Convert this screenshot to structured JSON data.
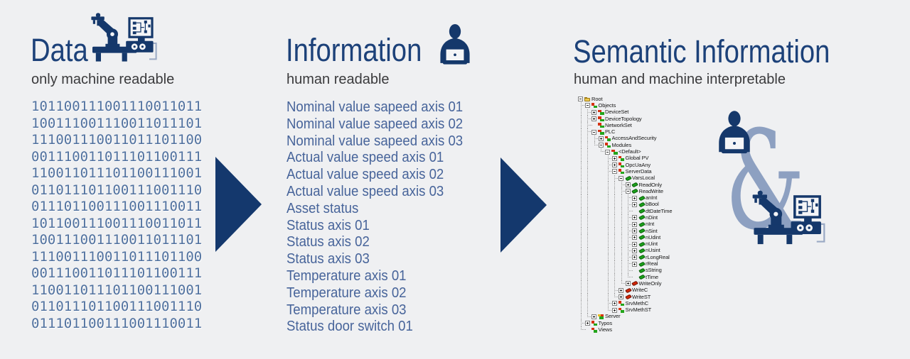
{
  "page": {
    "background": "#eff0f2"
  },
  "colors": {
    "navy": "#15386b",
    "heading_blue": "#1c4179",
    "binary_blue": "#50719f",
    "info_blue": "#47649a",
    "ampersand_blue": "#8da0c1",
    "subtitle_gray": "#3a3a3c",
    "tree_green": "#23a51b",
    "tree_red": "#d63212",
    "folder_yellow": "#ecc84e"
  },
  "columns": {
    "data": {
      "title": "Data",
      "subtitle": "only machine readable",
      "icon": "robot-machine-icon",
      "binary_lines": [
        "101100111001110011011",
        "100111001110011011101",
        "111001110011011101100",
        "001110011011101100111",
        "110011011101100111001",
        "011011101100111001110",
        "011101100111001110011",
        "101100111001110011011",
        "100111001110011011101",
        "111001110011011101100",
        "001110011011101100111",
        "110011011101100111001",
        "011011101100111001110",
        "011101100111001110011"
      ]
    },
    "information": {
      "title": "Information",
      "subtitle": "human readable",
      "icon": "person-laptop-icon",
      "items": [
        "Nominal value sapeed axis 01",
        "Nominal value sapeed axis 02",
        "Nominal value sapeed axis 03",
        "Actual value speed axis 01",
        "Actual value speed axis 02",
        "Actual value speed axis 03",
        "Asset status",
        "Status axis 01",
        "Status axis 02",
        "Status axis 03",
        "Temperature axis 01",
        "Temperature axis 02",
        "Temperature axis 03",
        "Status door switch 01"
      ]
    },
    "semantic": {
      "title": "Semantic Information",
      "subtitle": "human and machine interpretable",
      "ampersand": "&",
      "overlay_icons": [
        "person-laptop-icon",
        "ampersand-glyph",
        "robot-machine-icon"
      ]
    }
  },
  "arrows": {
    "style": "arrow-right"
  },
  "tree": {
    "root": {
      "label": "Root",
      "icon": "folder",
      "expand": "minus",
      "children": [
        {
          "label": "Objects",
          "icon": "object",
          "expand": "minus",
          "children": [
            {
              "label": "DeviceSet",
              "icon": "object",
              "expand": "plus"
            },
            {
              "label": "DeviceTopology",
              "icon": "object",
              "expand": "plus"
            },
            {
              "label": "NetworkSet",
              "icon": "object",
              "expand": "none"
            },
            {
              "label": "PLC",
              "icon": "object",
              "expand": "minus",
              "children": [
                {
                  "label": "AccessAndSecurity",
                  "icon": "object",
                  "expand": "plus"
                },
                {
                  "label": "Modules",
                  "icon": "object",
                  "expand": "minus",
                  "children": [
                    {
                      "label": "<Default>",
                      "icon": "object",
                      "expand": "minus",
                      "children": [
                        {
                          "label": "Global PV",
                          "icon": "object",
                          "expand": "plus"
                        },
                        {
                          "label": "OpcUaAny",
                          "icon": "object",
                          "expand": "plus"
                        },
                        {
                          "label": "ServerData",
                          "icon": "object",
                          "expand": "minus",
                          "children": [
                            {
                              "label": "VarsLocal",
                              "icon": "tag-green",
                              "expand": "minus",
                              "children": [
                                {
                                  "label": "ReadOnly",
                                  "icon": "tag-green",
                                  "expand": "plus"
                                },
                                {
                                  "label": "ReadWrite",
                                  "icon": "tag-green",
                                  "expand": "minus",
                                  "children": [
                                    {
                                      "label": "anInt",
                                      "icon": "tag-green",
                                      "expand": "plus"
                                    },
                                    {
                                      "label": "bBool",
                                      "icon": "tag-green",
                                      "expand": "plus"
                                    },
                                    {
                                      "label": "dtDateTime",
                                      "icon": "tag-green",
                                      "expand": "none"
                                    },
                                    {
                                      "label": "nDint",
                                      "icon": "tag-green",
                                      "expand": "plus"
                                    },
                                    {
                                      "label": "nInt",
                                      "icon": "tag-green",
                                      "expand": "plus"
                                    },
                                    {
                                      "label": "nSint",
                                      "icon": "tag-green",
                                      "expand": "plus"
                                    },
                                    {
                                      "label": "nUdint",
                                      "icon": "tag-green",
                                      "expand": "plus"
                                    },
                                    {
                                      "label": "nUint",
                                      "icon": "tag-green",
                                      "expand": "plus"
                                    },
                                    {
                                      "label": "nUsint",
                                      "icon": "tag-green",
                                      "expand": "plus"
                                    },
                                    {
                                      "label": "rLongReal",
                                      "icon": "tag-green",
                                      "expand": "plus"
                                    },
                                    {
                                      "label": "rReal",
                                      "icon": "tag-green",
                                      "expand": "plus"
                                    },
                                    {
                                      "label": "sString",
                                      "icon": "tag-green",
                                      "expand": "none"
                                    },
                                    {
                                      "label": "tTime",
                                      "icon": "tag-green",
                                      "expand": "none"
                                    }
                                  ]
                                },
                                {
                                  "label": "WriteOnly",
                                  "icon": "tag-red",
                                  "expand": "plus"
                                }
                              ]
                            },
                            {
                              "label": "WriteC",
                              "icon": "tag-red",
                              "expand": "plus"
                            },
                            {
                              "label": "WriteST",
                              "icon": "tag-red",
                              "expand": "plus"
                            }
                          ]
                        },
                        {
                          "label": "SrvMethC",
                          "icon": "object",
                          "expand": "plus"
                        },
                        {
                          "label": "SrvMethST",
                          "icon": "object",
                          "expand": "plus"
                        }
                      ]
                    }
                  ]
                }
              ]
            },
            {
              "label": "Server",
              "icon": "server",
              "expand": "plus"
            }
          ]
        },
        {
          "label": "Typos",
          "icon": "object",
          "expand": "plus"
        },
        {
          "label": "Views",
          "icon": "object",
          "expand": "none"
        }
      ]
    }
  }
}
